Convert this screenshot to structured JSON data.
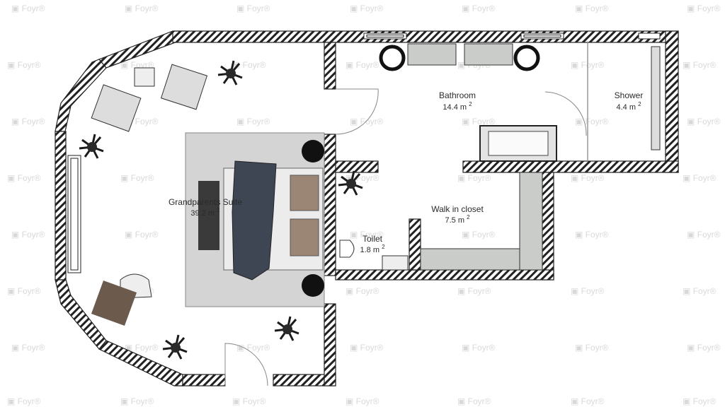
{
  "watermark": {
    "text": "Foyr",
    "mark": "®"
  },
  "rooms": [
    {
      "id": "grandparents-suite",
      "name": "Grandparents Suite",
      "area": "39.2",
      "unit": "m",
      "exp": "2"
    },
    {
      "id": "bathroom",
      "name": "Bathroom",
      "area": "14.4",
      "unit": "m",
      "exp": "2"
    },
    {
      "id": "shower",
      "name": "Shower",
      "area": "4.4",
      "unit": "m",
      "exp": "2"
    },
    {
      "id": "walk-in-closet",
      "name": "Walk in closet",
      "area": "7.5",
      "unit": "m",
      "exp": "2"
    },
    {
      "id": "toilet",
      "name": "Toilet",
      "area": "1.8",
      "unit": "m",
      "exp": "2"
    }
  ],
  "colors": {
    "wall": "#222222",
    "floor": "#ffffff",
    "rug": "#d4d4d4",
    "bedding": "#3e4654",
    "pillow": "#9b8675",
    "cabinet": "#c9ccc9"
  }
}
